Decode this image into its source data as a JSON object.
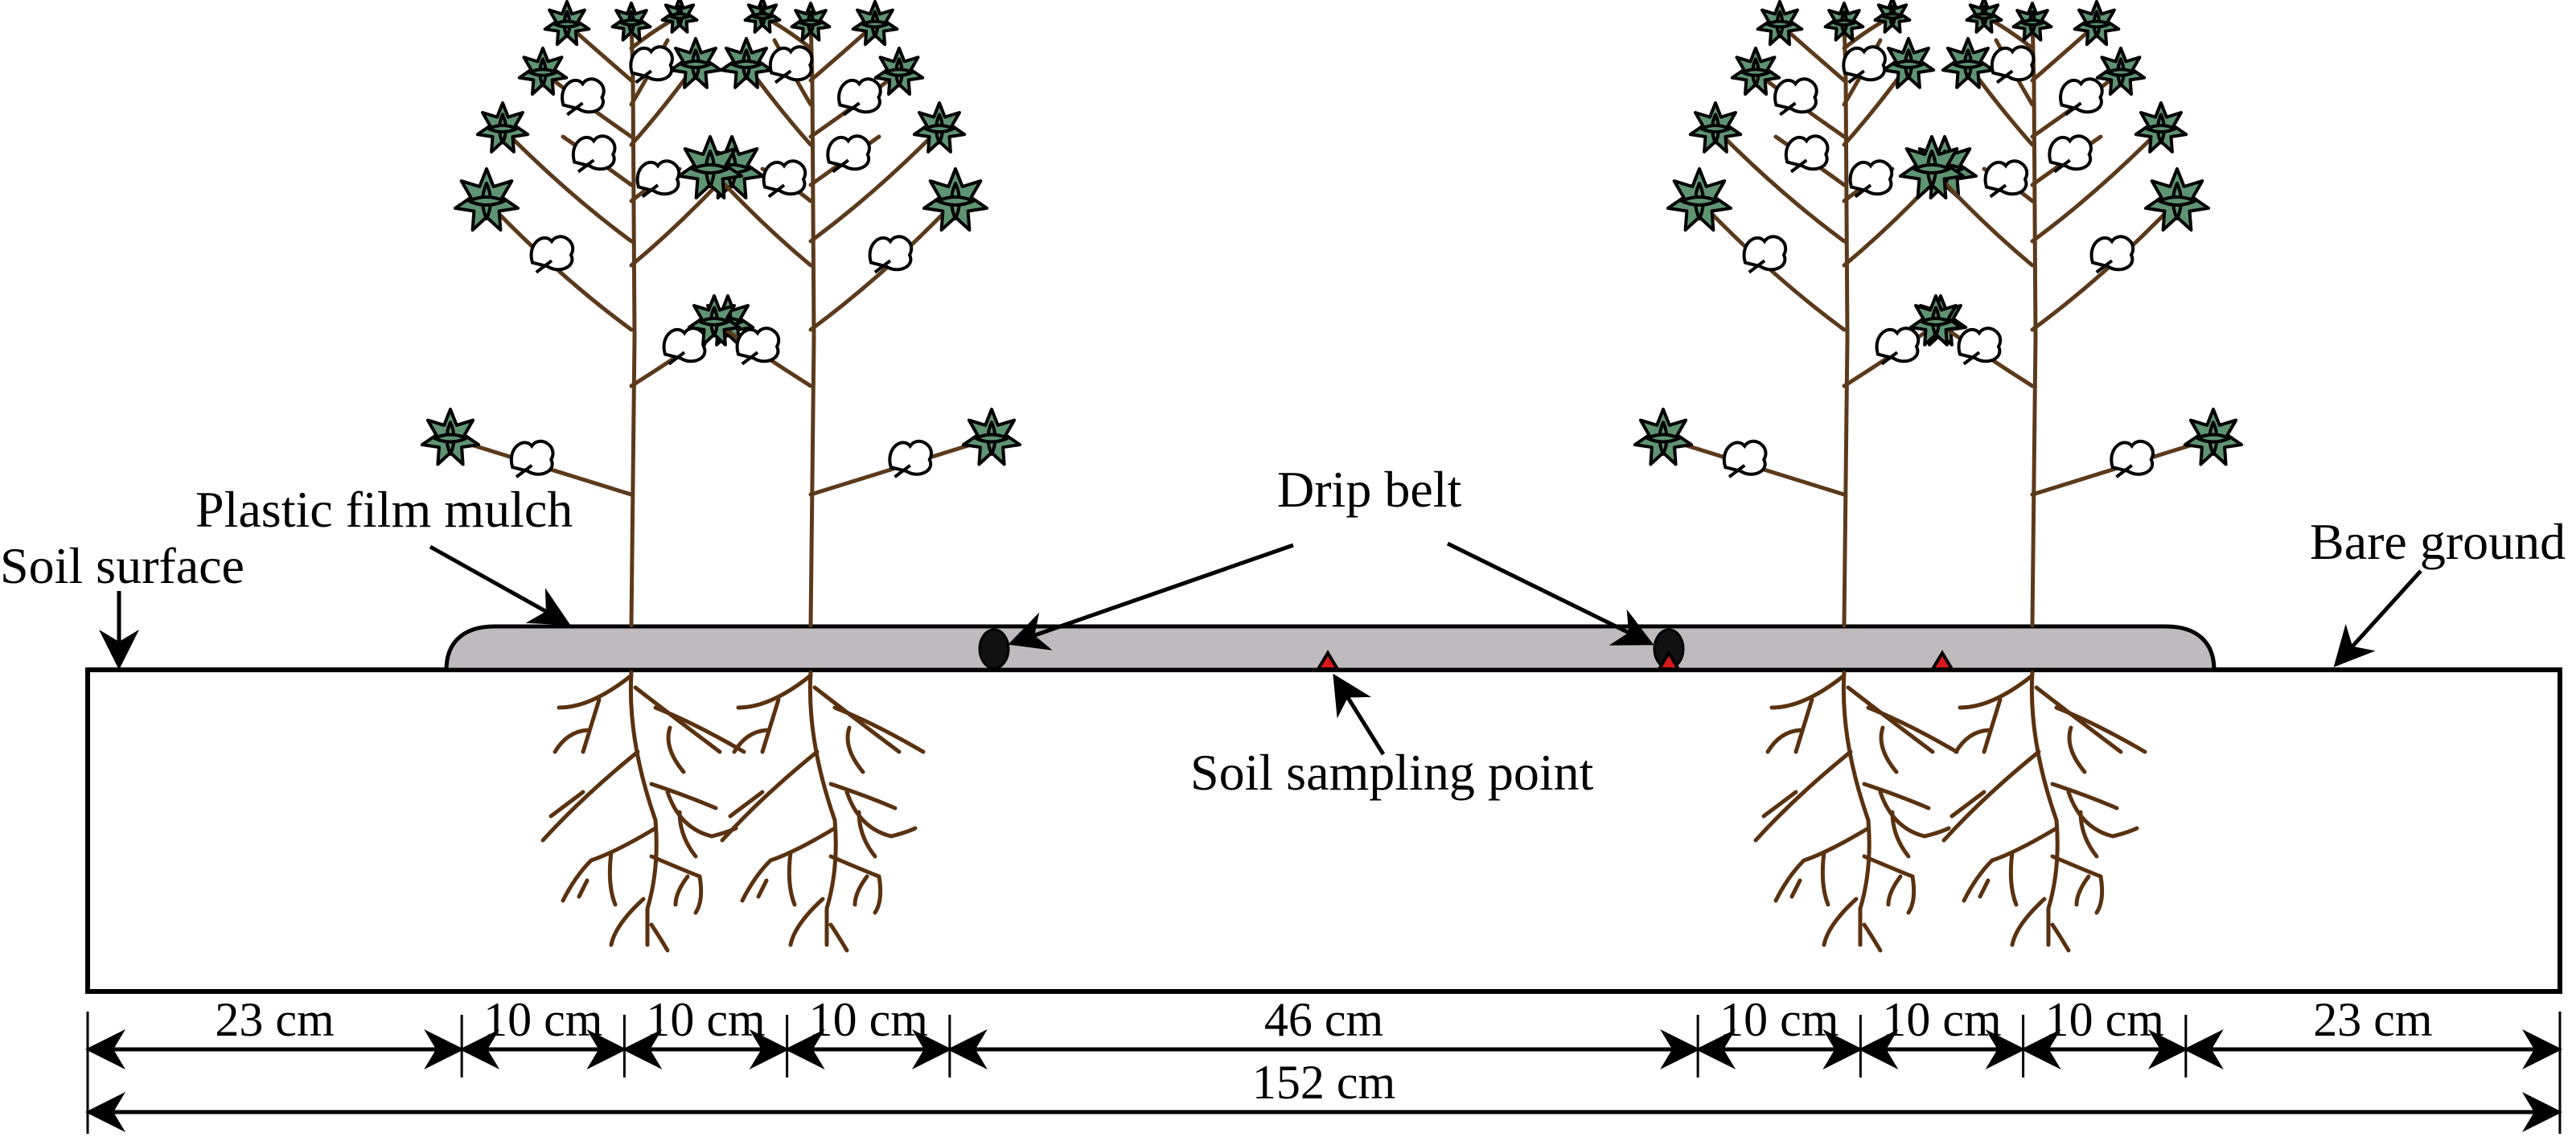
{
  "labels": {
    "soil_surface": "Soil surface",
    "plastic_film_mulch": "Plastic film mulch",
    "drip_belt": "Drip belt",
    "bare_ground": "Bare ground",
    "soil_sampling_point": "Soil sampling point"
  },
  "dimensions": {
    "segments": [
      {
        "value": 23,
        "label": "23 cm"
      },
      {
        "value": 10,
        "label": "10 cm"
      },
      {
        "value": 10,
        "label": "10 cm"
      },
      {
        "value": 10,
        "label": "10 cm"
      },
      {
        "value": 46,
        "label": "46 cm"
      },
      {
        "value": 10,
        "label": "10 cm"
      },
      {
        "value": 10,
        "label": "10 cm"
      },
      {
        "value": 10,
        "label": "10 cm"
      },
      {
        "value": 23,
        "label": "23 cm"
      }
    ],
    "total": {
      "value": 152,
      "label": "152 cm"
    }
  },
  "layout_semantics": {
    "cotton_rows": 4,
    "drip_belts": 2,
    "soil_sampling_points": 3
  },
  "colors": {
    "mulch": "#bfbabe",
    "leaf": "#5f9472",
    "stem": "#5b3a1b",
    "root": "#5a3210",
    "sampling_point": "#d7191c",
    "drip_belt": "#111111"
  }
}
